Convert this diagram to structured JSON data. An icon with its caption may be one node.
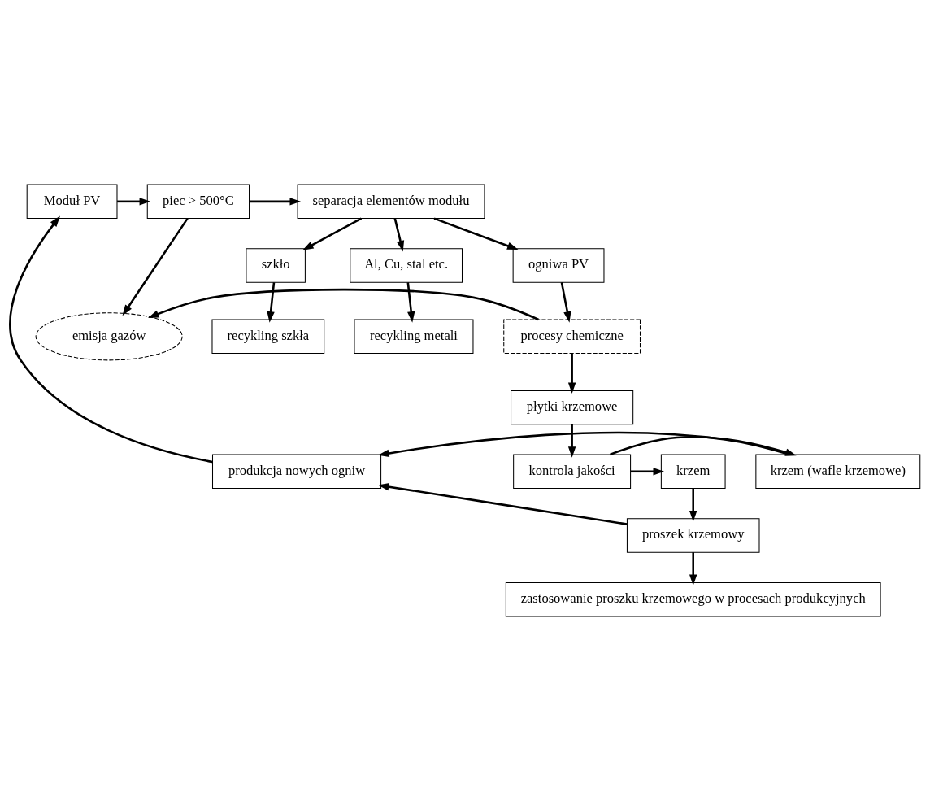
{
  "diagram": {
    "nodes": [
      {
        "text": [
          "Moduł PV"
        ]
      },
      {
        "text": [
          "piec > 500°C"
        ]
      },
      {
        "text": [
          "separacja elementów modułu"
        ]
      },
      {
        "text": [
          "Al, Cu, stal etc."
        ]
      },
      {
        "text": [
          "ogniwa PV"
        ]
      },
      {
        "text": [
          "szkło"
        ]
      },
      {
        "text": [
          "recykling metali"
        ]
      },
      {
        "text": [
          "recykling szkła"
        ]
      },
      {
        "text": [
          "emisja gazów"
        ]
      },
      {
        "text": [
          "procesy chemiczne"
        ]
      },
      {
        "text": [
          "płytki krzemowe"
        ]
      },
      {
        "text": [
          "kontrola jakości"
        ]
      },
      {
        "text": [
          "krzem (wafle krzemowe)"
        ]
      },
      {
        "text": [
          "produkcja nowych ogniw"
        ]
      },
      {
        "text": [
          "krzem"
        ]
      },
      {
        "text": [
          "proszek krzemowy"
        ]
      },
      {
        "text": [
          "zastosowanie proszku krzemowego w procesach produkcyjnych"
        ]
      }
    ],
    "edges": [
      {
        "from": 0,
        "to": 1,
        "arrow": "to"
      },
      {
        "from": 1,
        "to": 2,
        "arrow": "to"
      },
      {
        "from": 2,
        "to": 3,
        "arrow": "to"
      },
      {
        "from": 2,
        "to": 4,
        "arrow": "to"
      },
      {
        "from": 2,
        "to": 5,
        "arrow": "to"
      },
      {
        "from": 3,
        "to": 6,
        "arrow": "to"
      },
      {
        "from": 5,
        "to": 7,
        "arrow": "to"
      },
      {
        "from": 1,
        "to": 8,
        "arrow": "to"
      },
      {
        "from": 4,
        "to": 9,
        "arrow": "to"
      },
      {
        "from": 9,
        "to": 8,
        "arrow": "to"
      },
      {
        "from": 9,
        "to": 10,
        "arrow": "to"
      },
      {
        "from": 10,
        "to": 11,
        "arrow": "to"
      },
      {
        "from": 11,
        "to": 12,
        "arrow": "to"
      },
      {
        "from": 12,
        "to": 13,
        "arrow": "to"
      },
      {
        "from": 11,
        "to": 14,
        "arrow": "to"
      },
      {
        "from": 14,
        "to": 15,
        "arrow": "to"
      },
      {
        "from": 15,
        "to": 13,
        "arrow": "to"
      },
      {
        "from": 15,
        "to": 16,
        "arrow": "to"
      },
      {
        "from": 13,
        "to": 0,
        "arrow": "to"
      }
    ]
  }
}
